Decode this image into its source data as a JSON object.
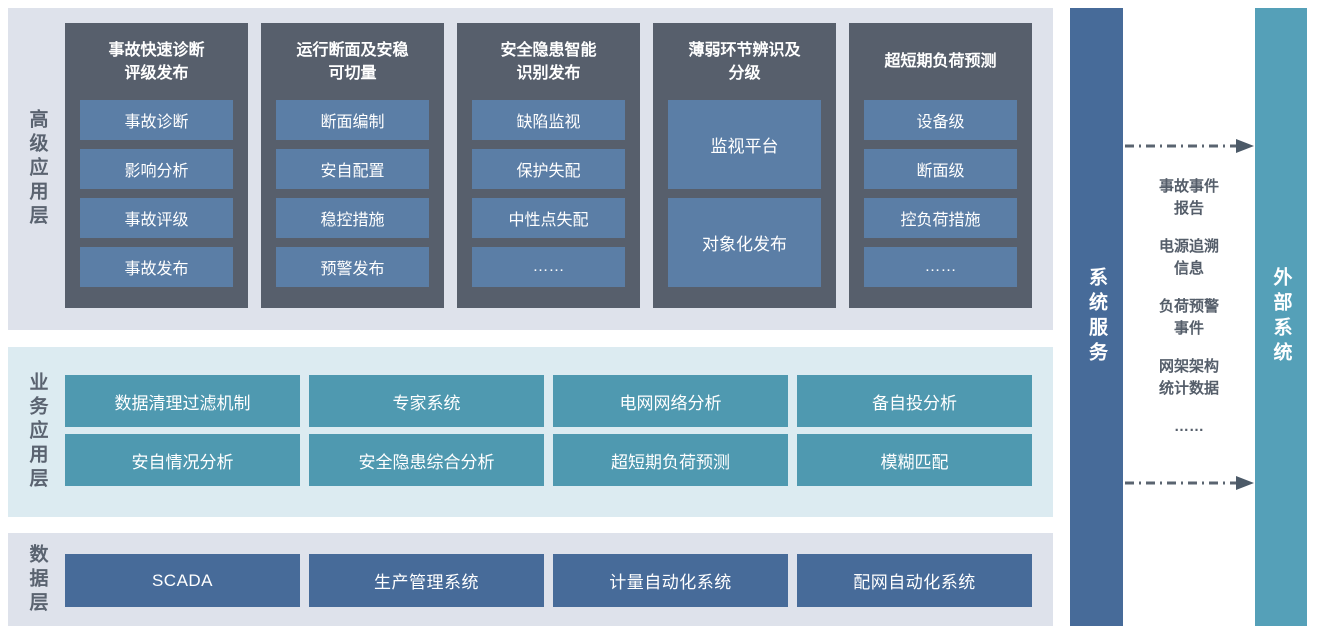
{
  "layers": {
    "advanced": {
      "label": "高级应用层",
      "groups": [
        {
          "title_lines": [
            "事故快速诊断",
            "评级发布"
          ],
          "items": [
            "事故诊断",
            "影响分析",
            "事故评级",
            "事故发布"
          ]
        },
        {
          "title_lines": [
            "运行断面及安稳",
            "可切量"
          ],
          "items": [
            "断面编制",
            "安自配置",
            "稳控措施",
            "预警发布"
          ]
        },
        {
          "title_lines": [
            "安全隐患智能",
            "识别发布"
          ],
          "items": [
            "缺陷监视",
            "保护失配",
            "中性点失配",
            "……"
          ]
        },
        {
          "title_lines": [
            "薄弱环节辨识及",
            "分级"
          ],
          "items": [
            "监视平台",
            "对象化发布"
          ]
        },
        {
          "title_lines": [
            "超短期负荷预测"
          ],
          "items": [
            "设备级",
            "断面级",
            "控负荷措施",
            "……"
          ]
        }
      ]
    },
    "business": {
      "label": "业务应用层",
      "rows": [
        [
          "数据清理过滤机制",
          "专家系统",
          "电网网络分析",
          "备自投分析"
        ],
        [
          "安自情况分析",
          "安全隐患综合分析",
          "超短期负荷预测",
          "模糊匹配"
        ]
      ]
    },
    "data": {
      "label": "数据层",
      "items": [
        "SCADA",
        "生产管理系统",
        "计量自动化系统",
        "配网自动化系统"
      ]
    }
  },
  "system_service": {
    "label": "系统服务"
  },
  "external_system": {
    "label": "外部系统"
  },
  "exchange": {
    "items": [
      {
        "lines": [
          "事故事件",
          "报告"
        ]
      },
      {
        "lines": [
          "电源追溯",
          "信息"
        ]
      },
      {
        "lines": [
          "负荷预警",
          "事件"
        ]
      },
      {
        "lines": [
          "网架架构",
          "统计数据"
        ]
      },
      {
        "lines": [
          "……"
        ]
      }
    ]
  },
  "colors": {
    "section_bg": "#dee2eb",
    "business_section_bg": "#dcebf1",
    "group_box_bg": "#575f6c",
    "module_chip_bg": "#5b7ea6",
    "business_chip_bg": "#4f99b0",
    "data_chip_bg": "#476b99",
    "system_service_bar_bg": "#476b99",
    "external_system_bar_bg": "#55a0b8",
    "label_text": "#5a6370",
    "exchange_text": "#555e6a",
    "arrow": "#4c5a68",
    "chip_text": "#ffffff"
  }
}
